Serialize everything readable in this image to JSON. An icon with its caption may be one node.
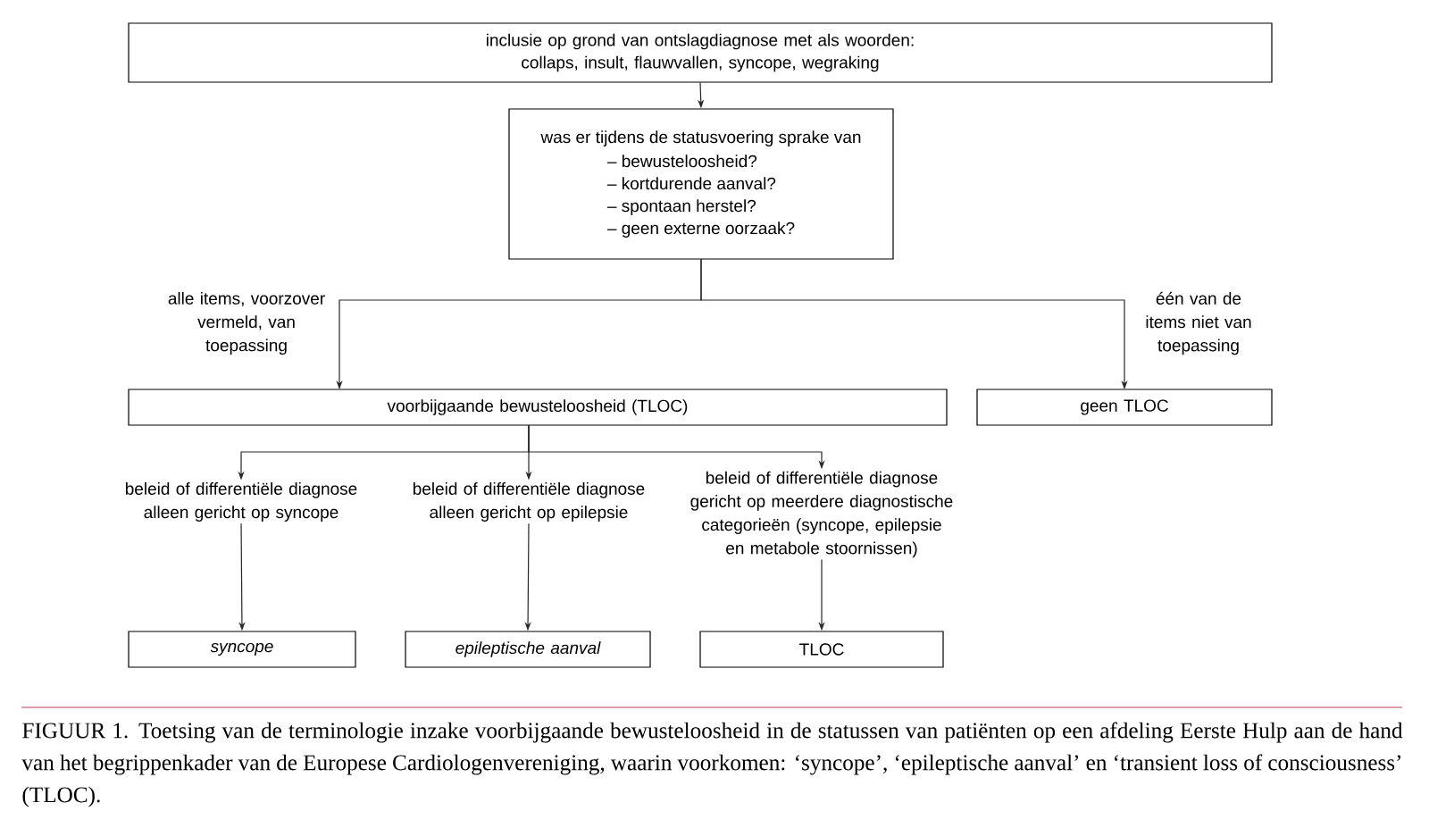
{
  "diagram": {
    "caption": "FIGUUR 1. Toetsing van de terminologie inzake voorbijgaande bewusteloosheid in de statussen van patiënten op een afdeling Eerste Hulp aan de hand van het begrippenkader van de Europese Cardiologenvereniging, waarin voorkomen: ‘syncope’, ‘epileptische aanval’ en ‘transient loss of consciousness’ (TLOC).",
    "nodes": [
      {
        "text": [
          "inclusie op grond van ontslagdiagnose met als woorden: collaps, insult, flauwvallen, syncope, wegraking"
        ]
      },
      {
        "text": [
          "was er tijdens de statusvoering sprake van",
          "– bewusteloosheid?",
          "– kortdurende aanval?",
          "– spontaan herstel?",
          "– geen externe oorzaak?"
        ]
      },
      {
        "text": [
          "voorbijgaande bewusteloosheid (TLOC)"
        ]
      },
      {
        "text": [
          "geen TLOC"
        ]
      },
      {
        "text": [
          "beleid of differentiële diagnose alleen gericht op syncope"
        ]
      },
      {
        "text": [
          "beleid of differentiële diagnose alleen gericht op epilepsie"
        ]
      },
      {
        "text": [
          "beleid of differentiële diagnose gericht op meerdere diagnostische categorieën (syncope, epilepsie en metabole stoornissen)"
        ]
      },
      {
        "text": [
          "syncope"
        ]
      },
      {
        "text": [
          "epileptische aanval"
        ]
      },
      {
        "text": [
          "TLOC"
        ]
      }
    ],
    "edges": [
      {
        "from": 0,
        "to": 1,
        "arrow": "to"
      },
      {
        "from": 1,
        "to": 2,
        "arrow": "to",
        "label": "alle items, voorzover vermeld, van toepassing"
      },
      {
        "from": 1,
        "to": 3,
        "arrow": "to",
        "label": "één van de items niet van toepassing"
      },
      {
        "from": 2,
        "to": 4,
        "arrow": "to"
      },
      {
        "from": 2,
        "to": 5,
        "arrow": "to"
      },
      {
        "from": 2,
        "to": 6,
        "arrow": "to"
      },
      {
        "from": 4,
        "to": 7,
        "arrow": "to"
      },
      {
        "from": 5,
        "to": 8,
        "arrow": "to"
      },
      {
        "from": 6,
        "to": 9,
        "arrow": "to"
      }
    ]
  }
}
